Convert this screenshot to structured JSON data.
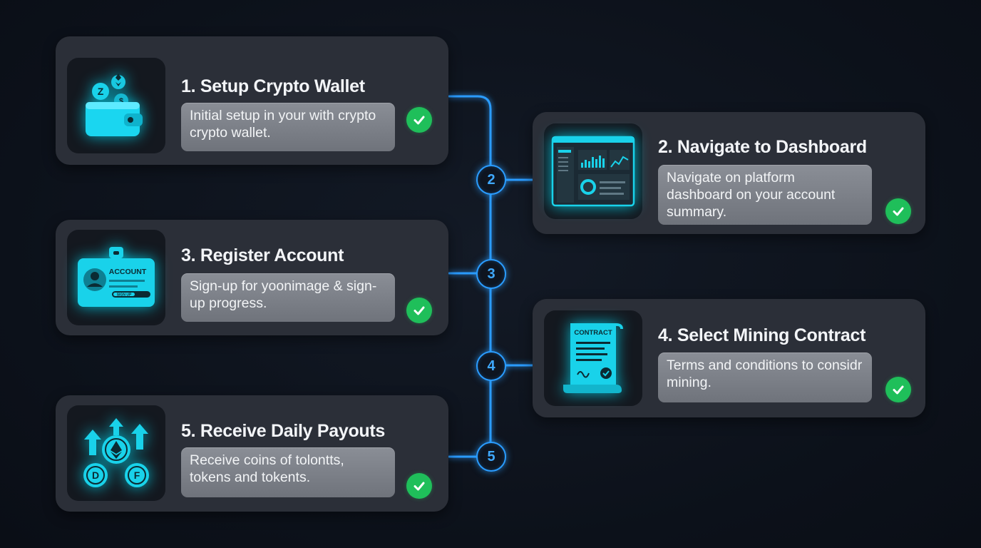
{
  "steps": [
    {
      "title": "1. Setup Crypto Wallet",
      "description": "Initial setup in your with crypto crypto wallet.",
      "icon": "wallet-icon",
      "completed": true
    },
    {
      "title": "2. Navigate to Dashboard",
      "description": "Navigate on platform dashboard on your account summary.",
      "icon": "dashboard-icon",
      "completed": true
    },
    {
      "title": "3. Register Account",
      "description": "Sign-up for yoonimage & sign-up progress.",
      "icon": "account-card-icon",
      "badge_text": "ACCOUNT",
      "button_text": "SIGN UP",
      "completed": true
    },
    {
      "title": "4. Select Mining Contract",
      "description": "Terms and conditions to considr mining.",
      "icon": "contract-icon",
      "badge_text": "CONTRACT",
      "completed": true
    },
    {
      "title": "5. Receive Daily Payouts",
      "description": "Receive coins of tolontts, tokens and tokents.",
      "icon": "coins-payout-icon",
      "completed": true
    }
  ],
  "nodes": [
    "2",
    "3",
    "4",
    "5"
  ],
  "colors": {
    "background": "#0c111a",
    "card": "#2b2f38",
    "accent": "#00e5ff",
    "connector": "#2a9cff",
    "check": "#1fbf5a"
  }
}
